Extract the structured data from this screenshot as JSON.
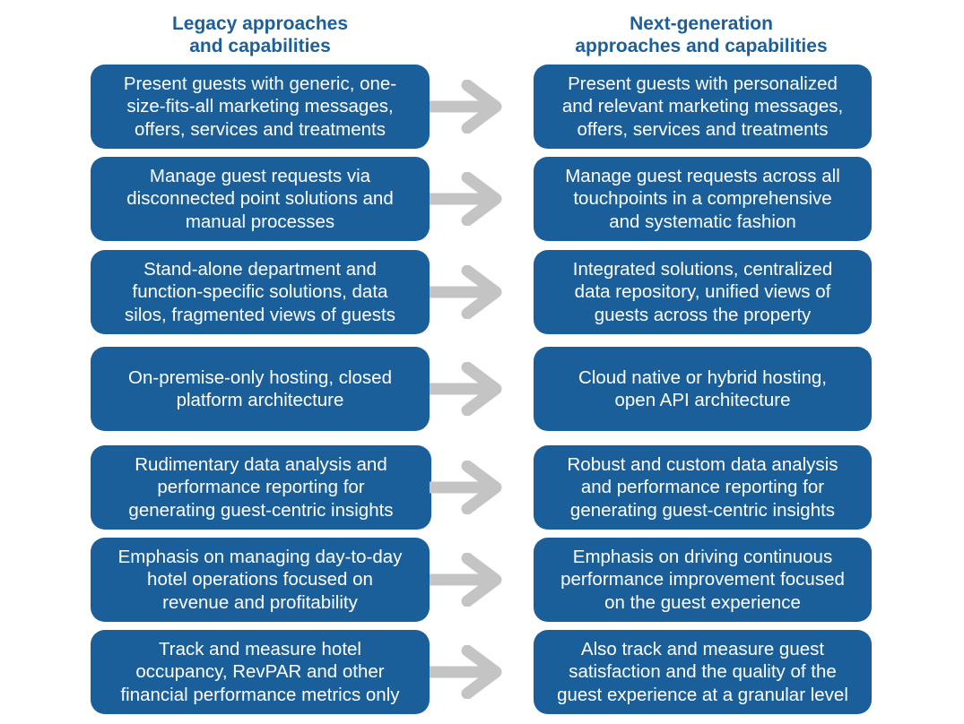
{
  "headers": {
    "legacy_line1": "Legacy approaches",
    "legacy_line2": "and capabilities",
    "nextgen_line1": "Next-generation",
    "nextgen_line2": "approaches and capabilities"
  },
  "rows": [
    {
      "legacy": [
        "Present guests with generic, one-",
        "size-fits-all marketing messages,",
        "offers, services and treatments"
      ],
      "nextgen": [
        "Present guests with personalized",
        "and relevant marketing messages,",
        "offers, services and treatments"
      ]
    },
    {
      "legacy": [
        "Manage guest requests via",
        "disconnected point solutions and",
        "manual processes"
      ],
      "nextgen": [
        "Manage guest requests across all",
        "touchpoints in a comprehensive",
        "and systematic fashion"
      ]
    },
    {
      "legacy": [
        "Stand-alone department and",
        "function-specific solutions, data",
        "silos, fragmented views of guests"
      ],
      "nextgen": [
        "Integrated solutions, centralized",
        "data repository, unified views of",
        "guests across the property"
      ]
    },
    {
      "legacy": [
        "On-premise-only hosting, closed",
        "platform architecture"
      ],
      "nextgen": [
        "Cloud native or hybrid hosting,",
        "open API architecture"
      ]
    },
    {
      "legacy": [
        "Rudimentary data analysis and",
        "performance reporting for",
        "generating guest-centric insights"
      ],
      "nextgen": [
        "Robust and custom data analysis",
        "and performance reporting for",
        "generating guest-centric insights"
      ]
    },
    {
      "legacy": [
        "Emphasis on managing day-to-day",
        "hotel operations focused on",
        "revenue and profitability"
      ],
      "nextgen": [
        "Emphasis on driving continuous",
        "performance improvement focused",
        "on the guest experience"
      ]
    },
    {
      "legacy": [
        "Track and measure hotel",
        "occupancy, RevPAR and other",
        "financial performance metrics only"
      ],
      "nextgen": [
        "Also track and measure guest",
        "satisfaction and the quality of the",
        "guest experience at a granular level"
      ]
    }
  ],
  "colors": {
    "box_fill": "#1a5f9a",
    "header_text": "#1c5f99",
    "arrow": "#c4c4c4"
  }
}
